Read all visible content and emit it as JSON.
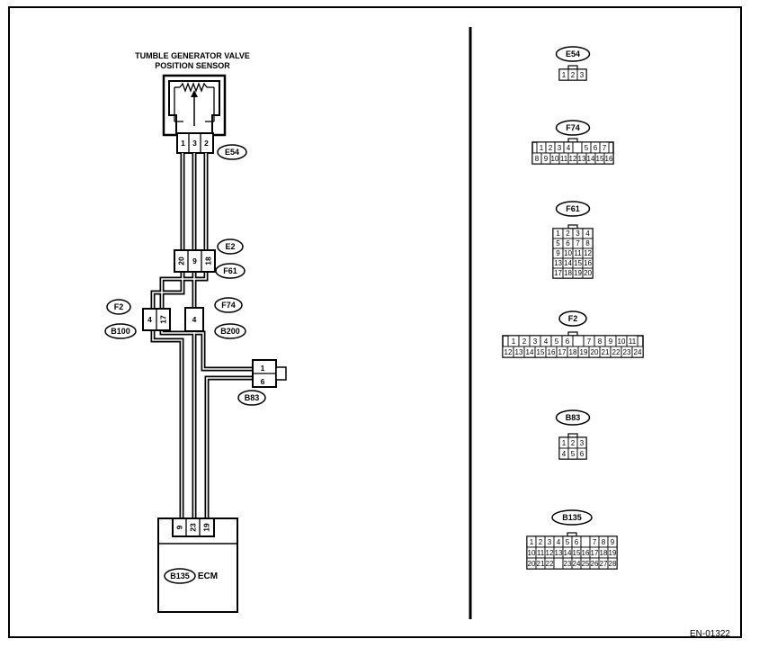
{
  "sensor": {
    "title_line1": "TUMBLE GENERATOR VALVE",
    "title_line2": "POSITION SENSOR"
  },
  "ecm": {
    "ref": "B135",
    "label": "ECM",
    "pins": [
      "9",
      "23",
      "19"
    ]
  },
  "harness": {
    "sensor_connector": {
      "ref": "E54",
      "pins": [
        "1",
        "3",
        "2"
      ]
    },
    "mid_connector": {
      "ref_top": "E2",
      "ref_bottom": "F61",
      "pins": [
        "20",
        "9",
        "18"
      ]
    },
    "left_connector": {
      "ref_top": "F2",
      "ref_bottom": "B100",
      "pins": [
        "4",
        "17"
      ]
    },
    "center_connector": {
      "ref_top": "F74",
      "ref_bottom": "B200",
      "pins": [
        "4"
      ]
    },
    "right_connector": {
      "ref": "B83",
      "pins": [
        "1",
        "6"
      ]
    }
  },
  "connector_views": [
    {
      "ref": "E54",
      "rows": [
        [
          "1",
          "2",
          "3"
        ]
      ]
    },
    {
      "ref": "F74",
      "rows": [
        [
          "1",
          "2",
          "3",
          "4",
          "",
          "5",
          "6",
          "7"
        ],
        [
          "8",
          "9",
          "10",
          "11",
          "12",
          "13",
          "14",
          "15",
          "16"
        ]
      ]
    },
    {
      "ref": "F61",
      "rows": [
        [
          "1",
          "2",
          "3",
          "4"
        ],
        [
          "5",
          "6",
          "7",
          "8"
        ],
        [
          "9",
          "10",
          "11",
          "12"
        ],
        [
          "13",
          "14",
          "15",
          "16"
        ],
        [
          "17",
          "18",
          "19",
          "20"
        ]
      ]
    },
    {
      "ref": "F2",
      "rows": [
        [
          "1",
          "2",
          "3",
          "4",
          "5",
          "6",
          "",
          "7",
          "8",
          "9",
          "10",
          "11"
        ],
        [
          "12",
          "13",
          "14",
          "15",
          "16",
          "17",
          "18",
          "19",
          "20",
          "21",
          "22",
          "23",
          "24"
        ]
      ]
    },
    {
      "ref": "B83",
      "rows": [
        [
          "1",
          "2",
          "3"
        ],
        [
          "4",
          "5",
          "6"
        ]
      ]
    },
    {
      "ref": "B135",
      "rows": [
        [
          "1",
          "2",
          "3",
          "4",
          "5",
          "6",
          "",
          "7",
          "8",
          "9"
        ],
        [
          "10",
          "11",
          "12",
          "13",
          "14",
          "15",
          "16",
          "17",
          "18",
          "19"
        ],
        [
          "20",
          "21",
          "22",
          "",
          "23",
          "24",
          "25",
          "26",
          "27",
          "28"
        ]
      ]
    }
  ],
  "figure_code": "EN-01322"
}
